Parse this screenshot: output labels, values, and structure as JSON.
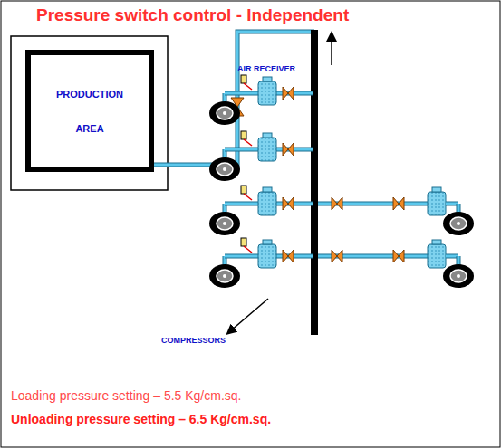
{
  "diagram": {
    "title": "Pressure switch control - Independent",
    "nodes": [
      {
        "text": [
          "PRODUCTION AREA"
        ]
      }
    ],
    "labels": [
      "AIR RECEIVER",
      "COMPRESSORS",
      "Loading pressure setting – 5.5 Kg/cm.sq.",
      "Unloading pressure setting – 6.5 Kg/cm.sq."
    ]
  }
}
